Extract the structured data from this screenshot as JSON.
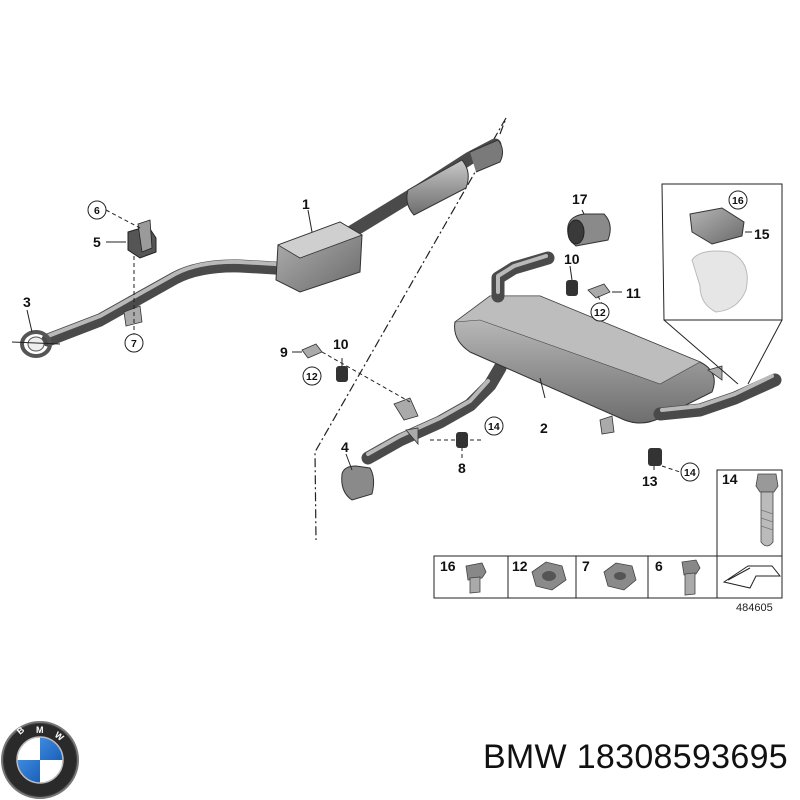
{
  "diagram": {
    "id": "484605",
    "callouts": {
      "c1": "1",
      "c2": "2",
      "c3": "3",
      "c4": "4",
      "c5": "5",
      "c6": "6",
      "c7": "7",
      "c8": "8",
      "c9": "9",
      "c10a": "10",
      "c10b": "10",
      "c11": "11",
      "c12a": "12",
      "c12b": "12",
      "c13": "13",
      "c14a": "14",
      "c14b": "14",
      "c15": "15",
      "c16": "16",
      "c17": "17"
    },
    "hardware_legend": {
      "bolt_large": "14",
      "items": [
        "16",
        "12",
        "7",
        "6"
      ]
    }
  },
  "caption": {
    "brand": "BMW",
    "part_number": "18308593695"
  },
  "icons": {
    "logo": "bmw-roundel-logo",
    "arrow": "direction-arrow-icon"
  },
  "colors": {
    "line": "#222222",
    "part": "#8c8c8c",
    "part_dark": "#4a4a4a",
    "logo_blue": "#1c69d4"
  }
}
